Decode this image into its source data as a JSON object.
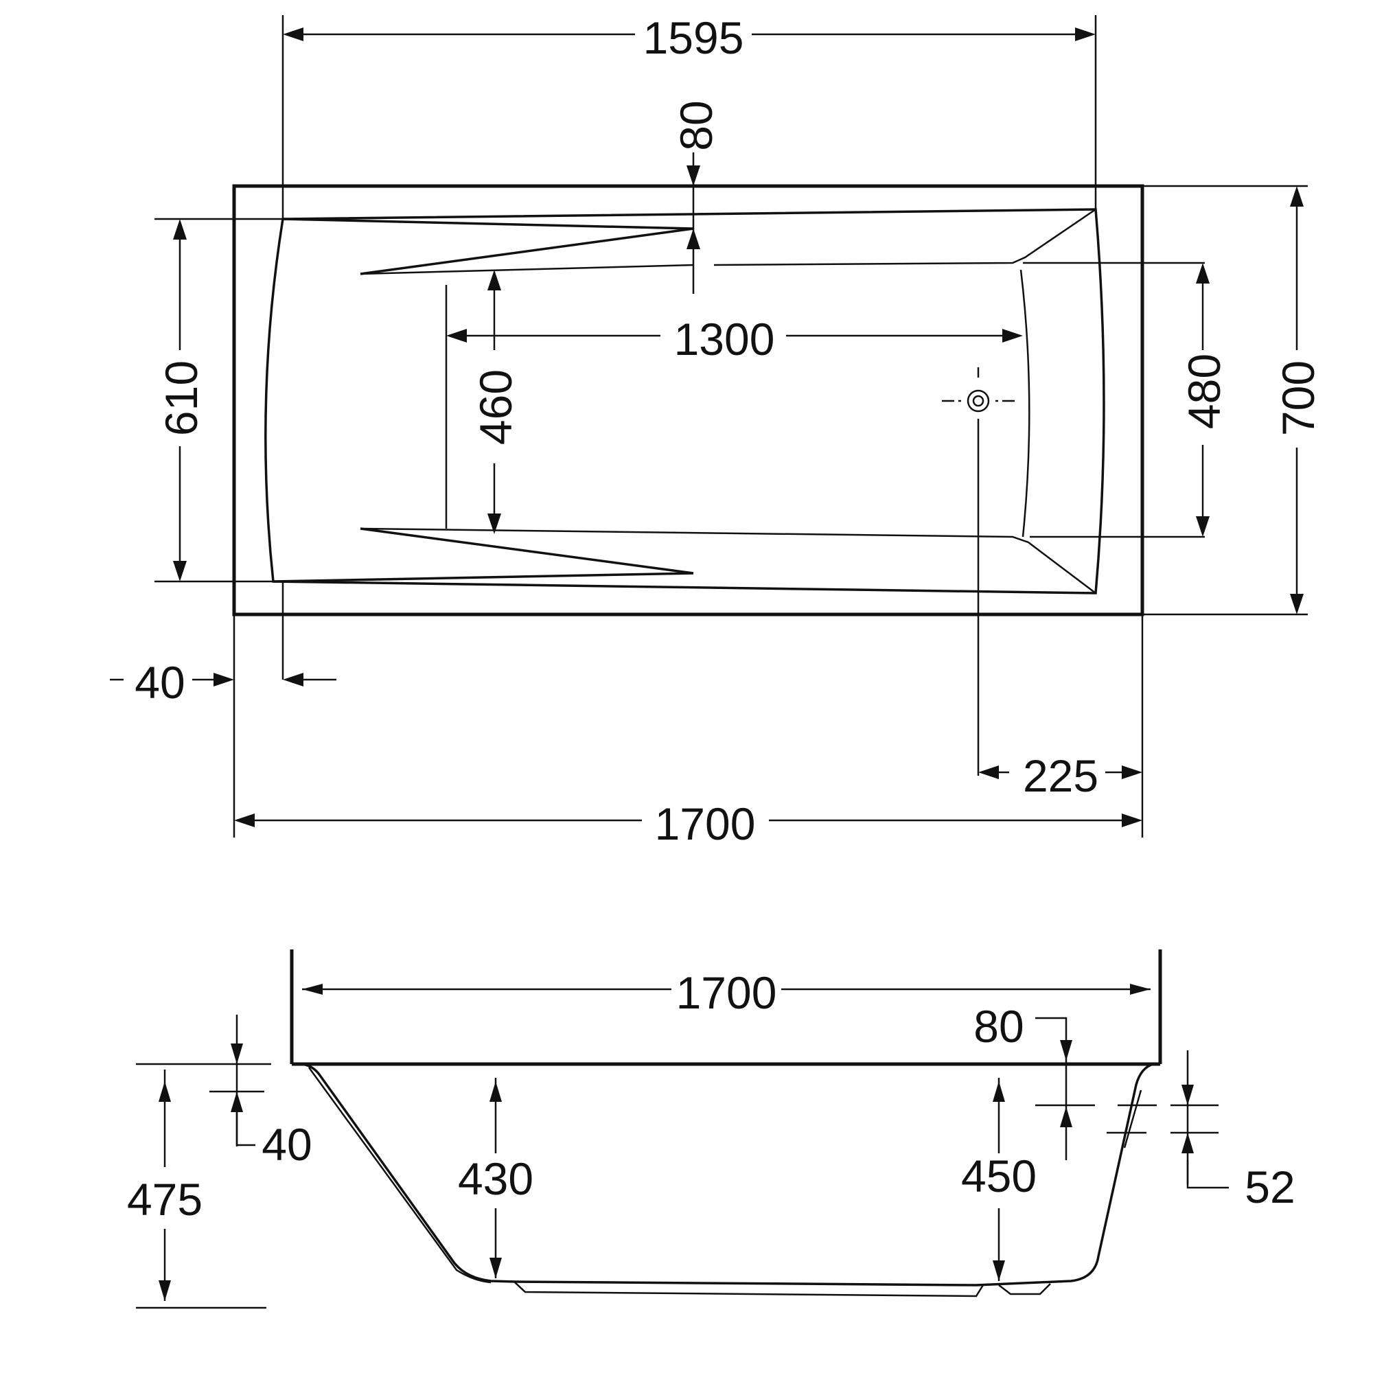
{
  "plan_view": {
    "dim_inner_length_top": "1595",
    "dim_rim_top": "80",
    "dim_head_width": "610",
    "dim_inner_length": "1300",
    "dim_bottom_width": "460",
    "dim_foot_width": "480",
    "dim_overall_width": "700",
    "dim_rim_side": "40",
    "dim_drain_offset": "225",
    "dim_overall_length": "1700"
  },
  "section_view": {
    "dim_overall_length": "1700",
    "dim_rim_right": "80",
    "dim_overall_height": "475",
    "dim_rim_left": "40",
    "dim_depth_left": "430",
    "dim_depth_right": "450",
    "dim_lip": "52"
  }
}
